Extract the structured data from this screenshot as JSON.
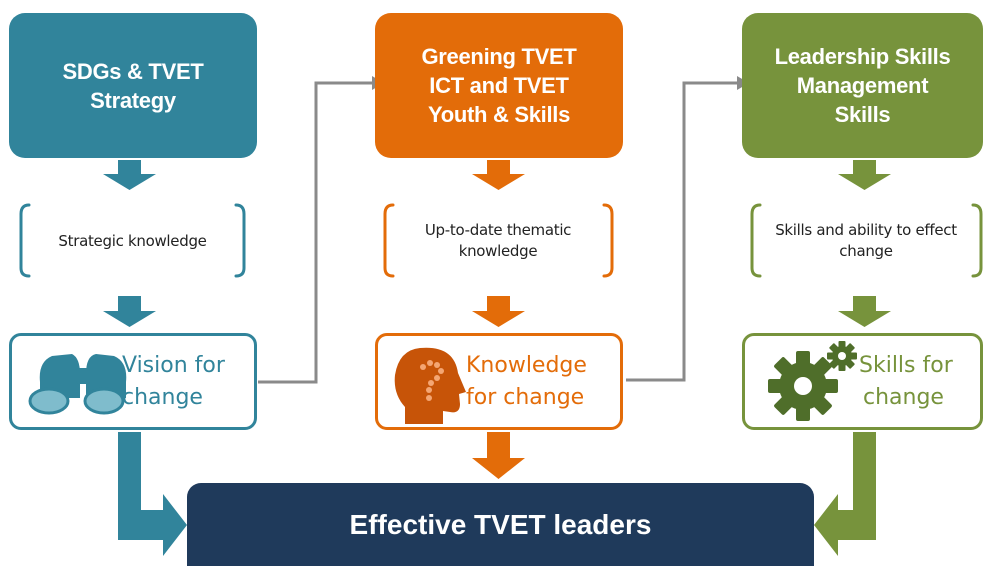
{
  "colors": {
    "teal": "#31849b",
    "orange": "#e36c09",
    "green": "#77933c",
    "navy": "#1f3a5b",
    "connector": "#8a8a8a"
  },
  "columns": [
    {
      "heading": [
        "SDGs & TVET",
        "Strategy"
      ],
      "knowledge": [
        "Strategic knowledge"
      ],
      "outcome": [
        "Vision for",
        "change"
      ],
      "icon": "binoculars-icon"
    },
    {
      "heading": [
        "Greening TVET",
        "ICT and TVET",
        "Youth & Skills"
      ],
      "knowledge": [
        "Up-to-date thematic",
        "knowledge"
      ],
      "outcome": [
        "Knowledge",
        "for change"
      ],
      "icon": "head-question-icon"
    },
    {
      "heading": [
        "Leadership Skills",
        "Management",
        "Skills"
      ],
      "knowledge": [
        "Skills and ability to effect",
        "change"
      ],
      "outcome": [
        "Skills for",
        "change"
      ],
      "icon": "gears-icon"
    }
  ],
  "result": "Effective TVET leaders"
}
